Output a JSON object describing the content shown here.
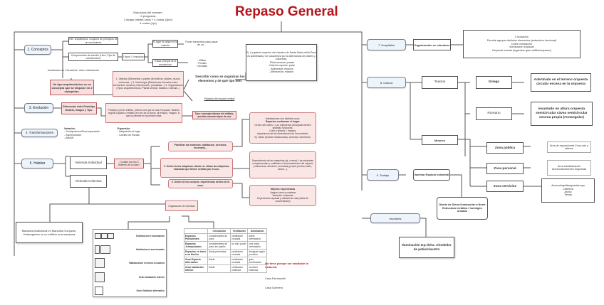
{
  "title": "Repaso General",
  "exam_structure": [
    "Estructura del examen:",
    "6 preguntas",
    "2 largas (media cara) + 4 cortas (3pto)",
    "4 cortas (1pt)"
  ],
  "nodes": {
    "conceptos": "1. Conceptos",
    "evolucion": "2. Evolución",
    "transformaciones": "4. Transformaciones",
    "habitar": "5. Habitar",
    "hospitales": "7. Hospitales",
    "cultura": "8. Cultura",
    "trabajo": "9. Trabajo",
    "escolares": "escolares"
  },
  "conceptos": {
    "def_arquitectura": "Def. arquitectura: Conjunto de principios de un movimiento",
    "componentes": "Componentes de estudio (Libro, Tipo de construcción)",
    "lugar": "2 tipos / 3 estudios",
    "lugar_origen": "El lugar de origen en la cubierta",
    "triada": "Tríada principal de la arquitectura",
    "poner_elementos": "Poner elementos para pasar de un...",
    "triada_items": [
      "- Utilitas",
      "- Firmitas",
      "- Venustas"
    ],
    "asociaciones": "Asociaciones de 2 elementos / vista / orientaciones",
    "tipo_def": "Un tipo arquitectónico es un concepto que se dispone en 2 categorías.",
    "categorias": "1. Objetos (Elementos o partes del edificio: pilares, muros, columnas...) 2. Morfología (Relaciones formales entre elementos: simetría, intersección, pluralidad...) 3. Organización (Tipos arquitectónicos: Planta central, basílica, rotonda...)",
    "describir": "Describir como se organizan los elementos y de qué tipo son.",
    "palabras_clave": "Palabras del espacio central",
    "ejemplo": {
      "intro": "Ej. La galería superior del claustro de Santa María della Pace es adintelada y se caracteriza por la alternancia de pilares y columnas.",
      "items": [
        "- Pilar/columna: puesto",
        "- Galería superior: parte",
        "- Adintelada: relación",
        "- Alternancia: relación"
      ]
    }
  },
  "evolucion": {
    "diferencias": "Diferencias entre Prototipo, Modelo, Imagen y Tipo.",
    "definiciones": "Prototipo: primer edificio, primera vez que se usa el espacio. Modelo: original copiado o imitado (en vez de su fondo, al templo). Imagen: lo que se percibe en la primera vista.",
    "tipo": "Tipo: concepto interno del edificio, permite entender tipos de uso"
  },
  "transformaciones": {
    "variacion_title": "Variación",
    "variacion": [
      "- Yuxtaposición/Descomposición",
      "- Superposición",
      "- Adición"
    ],
    "expansion_title": "Expansión",
    "expansion": [
      "- Adaptación al lugar",
      "- Cambio de Escala"
    ]
  },
  "habitar": {
    "individual": "Vivienda Individual",
    "colectiva": "Vivienda Colectiva",
    "ordenes": "¿Cuáles son los 3 órdenes de la casa?",
    "orden1": "Planificar las estancias: habitación, servicios, escenario...",
    "orden2": "2. Orden de las máquinas: dónde se sitúan las máquinas, estancias que tienen sentido por el uso.",
    "orden3": "3. Orden de los cuerpos: experiencias dentro de la casa.",
    "desc1": {
      "lines": [
        "Habitaciones con distintos usos.",
        "Espacios conforman el hogar.",
        "Centro del orden = Los volúmenes principales tienen distintas funciones.",
        "Color y textura = riqueza.",
        "Importancia de las dimensiones de los muebles.",
        "Ej. Salón (función relacionada), comedor, dormitorio."
      ]
    },
    "desc2": "Dependencia de las máquinas (ej. cocina): Las máquinas complementan y cualifican el funcionamiento del espacio (chimeneas, armarios, luminaria) propia (cocina, baño, aseos...).",
    "desc3": {
      "title": "Mejores experiencias",
      "lines": [
        "Juegos luces y sombras",
        "Variación estancias",
        "Experiencia espacial y calidad de vida (sitios de conversación)"
      ]
    },
    "manzana": "Manzana tradicional vs Manzana Conjunto. Heterogéneo vs un edificio una manzana",
    "organizacion": "Organización de viviendas"
  },
  "icon_panel": [
    {
      "label": "Distribución e iluminación"
    },
    {
      "label": "Habitaciones anexionadas"
    },
    {
      "label": "Habitaciones en torno a escalera"
    },
    {
      "label": "Gran habitación interior"
    },
    {
      "label": "Gran Vestíbulo alternativo"
    }
  ],
  "table": {
    "headers": [
      "",
      "Circulación",
      "Ventilación",
      "Iluminación"
    ],
    "rows": [
      [
        "Espacios Polivalentes",
        "considerables de paso",
        "ventilación cruzada",
        "doble orientación"
      ],
      [
        "Espacios Jerarquizados",
        "considerables de paso sin pasillo",
        "un solo punto",
        "una única orientación"
      ],
      [
        "Espacios en torno a un Núcleo",
        "fluida perimetral",
        "ventilación cruzada",
        "desigual según posición"
      ],
      [
        "Gran Espacio Alternativo",
        "fluida",
        "ventilación cruzada",
        "gran penetración"
      ],
      [
        "Gran habitación Interior",
        "fluida",
        "ventilación indirecta",
        "central e indirecta"
      ]
    ]
  },
  "table_notes": {
    "warning": "No tiene porque ser habitable la estancia.",
    "casa1": "Casa Farnsworth",
    "casa2": "Casa Guerrero"
  },
  "hospitales": {
    "organizacion": "Organización en claustros",
    "detalles": [
      "Circulación",
      "Permite agrupar distintos elementos (estructura funcional)",
      "Doble ventilación",
      "Iluminación espacial",
      "Depende escala (organizar gran edificio/espacio)"
    ]
  },
  "cultura": {
    "teatros": "Teatros",
    "griego": "Griego",
    "griego_desc": "Adentrado en el terreno orquesta circular escena en la orquesta",
    "romano": "Romano",
    "romano_desc": "levantado en altura orquesta semicircular cávea semicircular escena propia (rectangular)",
    "museos": "Museos",
    "zona_publica": "Zona pública",
    "zona_publica_desc": "Área de exposiciones Zona ocio y talleres",
    "zona_personal": "Zona personal",
    "zona_personal_desc": "Área administración Archivo/Almacenes Seguridad",
    "zona_servicios": "Zona servicios",
    "zona_servicios_desc": [
      "Acceso/taquillas/guardarropa",
      "Cafetería",
      "Aseos",
      "Tienda"
    ]
  },
  "trabajo": {
    "iluminar": "Iluminar Espacio industrial",
    "detalle": "Diente de Sierra Iluminación a Norte Estructura metálica / hormigón armado"
  },
  "escolares": {
    "detalle": "Iluminación Izq-dcha. Alrededor de patio/claustro"
  }
}
